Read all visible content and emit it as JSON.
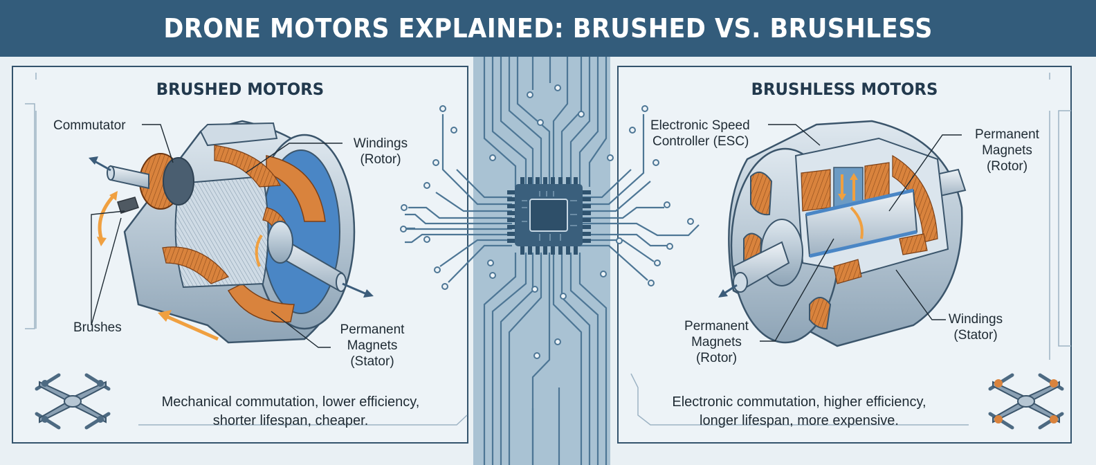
{
  "title": "DRONE MOTORS EXPLAINED: BRUSHED VS. BRUSHLESS",
  "colors": {
    "header_bg": "#335c7b",
    "header_text": "#ffffff",
    "panel_bg": "#edf3f7",
    "panel_border": "#33536c",
    "circuit_strip": "#a9c2d3",
    "circuit_trace": "#4d7695",
    "copper": "#d9833d",
    "accent_orange": "#f0a040",
    "steel": "#b8c7d3",
    "magnet_blue": "#4a86c5"
  },
  "brushed": {
    "heading": "BRUSHED MOTORS",
    "labels": {
      "commutator": "Commutator",
      "windings_line1": "Windings",
      "windings_line2": "(Rotor)",
      "brushes": "Brushes",
      "magnets_line1": "Permanent",
      "magnets_line2": "Magnets",
      "magnets_line3": "(Stator)"
    },
    "summary_line1": "Mechanical commutation, lower efficiency,",
    "summary_line2": "shorter lifespan, cheaper."
  },
  "brushless": {
    "heading": "BRUSHLESS MOTORS",
    "labels": {
      "esc_line1": "Electronic Speed",
      "esc_line2": "Controller (ESC)",
      "magnets_top_line1": "Permanent",
      "magnets_top_line2": "Magnets",
      "magnets_top_line3": "(Rotor)",
      "magnets_bottom_line1": "Permanent",
      "magnets_bottom_line2": "Magnets",
      "magnets_bottom_line3": "(Rotor)",
      "windings_line1": "Windings",
      "windings_line2": "(Stator)"
    },
    "summary_line1": "Electronic commutation, higher efficiency,",
    "summary_line2": "longer lifespan, more expensive."
  },
  "icons": [
    "brushed-motor-illustration",
    "brushless-motor-illustration",
    "microchip-icon",
    "drone-icon",
    "drone-orange-motors-icon"
  ]
}
